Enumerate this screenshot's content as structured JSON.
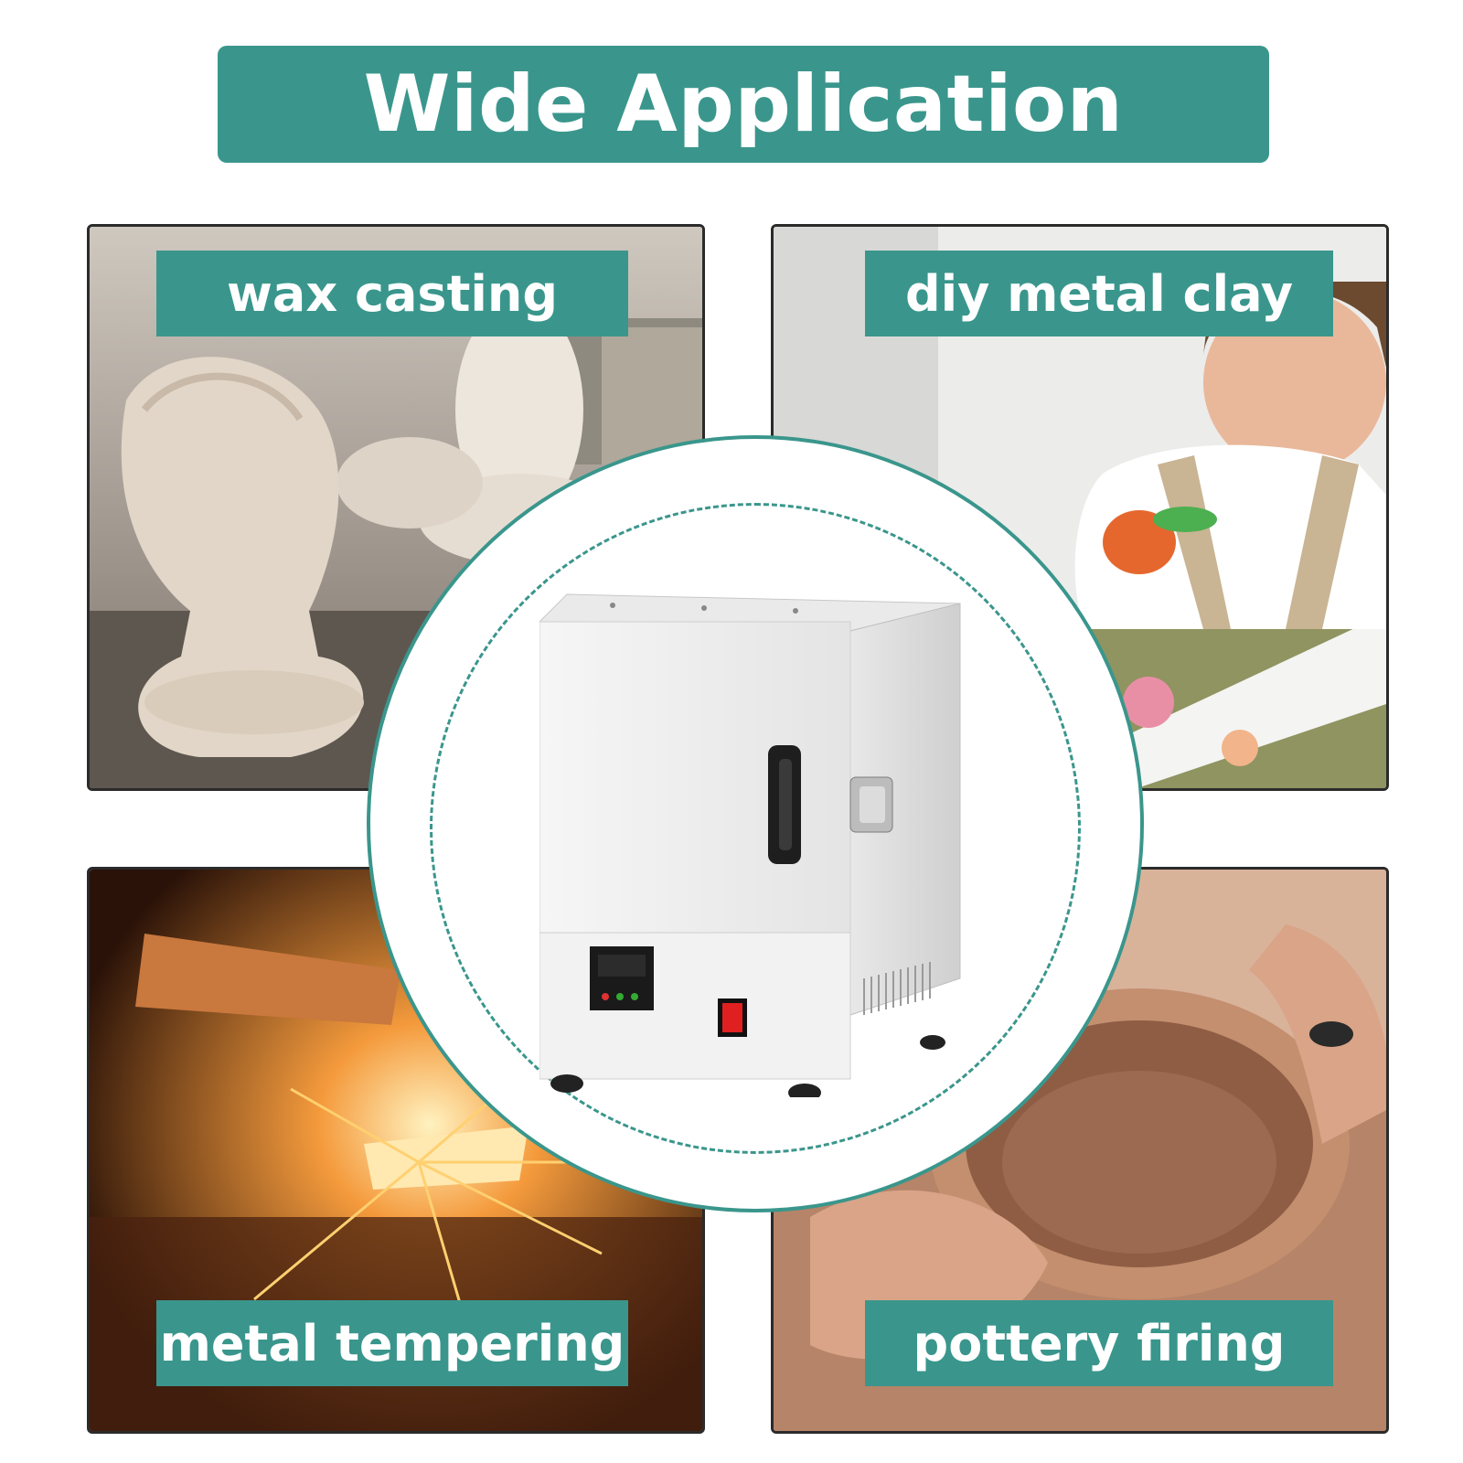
{
  "header": {
    "title": "Wide Application"
  },
  "panels": {
    "top_left": {
      "label": "wax casting"
    },
    "top_right": {
      "label": "diy metal clay"
    },
    "bottom_left": {
      "label": "metal tempering"
    },
    "bottom_right": {
      "label": "pottery firing"
    }
  },
  "colors": {
    "accent": "#3a968c",
    "background": "#ffffff"
  },
  "product": {
    "name_icon": "kiln-furnace-image"
  }
}
